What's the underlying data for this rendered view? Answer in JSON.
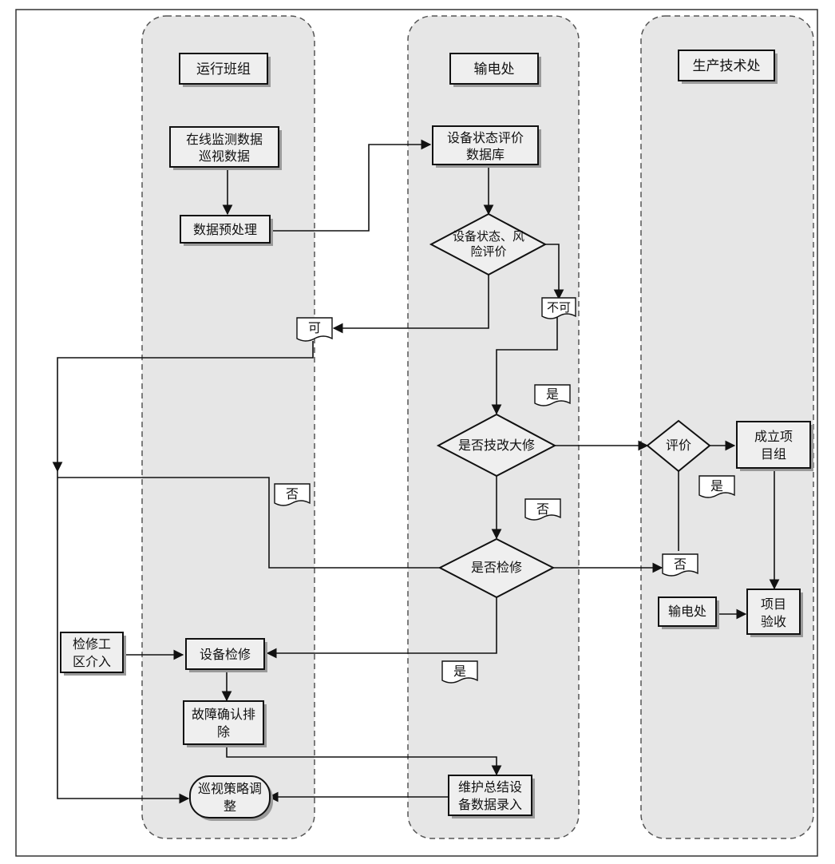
{
  "lanes": {
    "operations": "运行班组",
    "transmission": "输电处",
    "production": "生产技术处"
  },
  "nodes": {
    "monitoring_data": [
      "在线监测数据",
      "巡视数据"
    ],
    "preprocess": "数据预处理",
    "state_db": [
      "设备状态评价",
      "数据库"
    ],
    "risk_eval": [
      "设备状态、风",
      "险评价"
    ],
    "overhaul_decision": "是否技改大修",
    "inspect_decision": "是否检修",
    "evaluate": "评价",
    "project_team": [
      "成立项",
      "目组"
    ],
    "transmission_office": "输电处",
    "acceptance": [
      "项目",
      "验收"
    ],
    "area_intervene": [
      "检修工",
      "区介入"
    ],
    "equipment_repair": "设备检修",
    "fault_fix": [
      "故障确认排",
      "除"
    ],
    "summary_entry": [
      "维护总结设",
      "备数据录入"
    ],
    "patrol_adjust": [
      "巡视策略调",
      "整"
    ]
  },
  "labels": {
    "ok": "可",
    "not_ok": "不可",
    "yes_overhaul": "是",
    "no_to_left": "否",
    "no_to_inspect": "否",
    "yes_project": "是",
    "no_eval": "否",
    "yes_repair": "是"
  }
}
